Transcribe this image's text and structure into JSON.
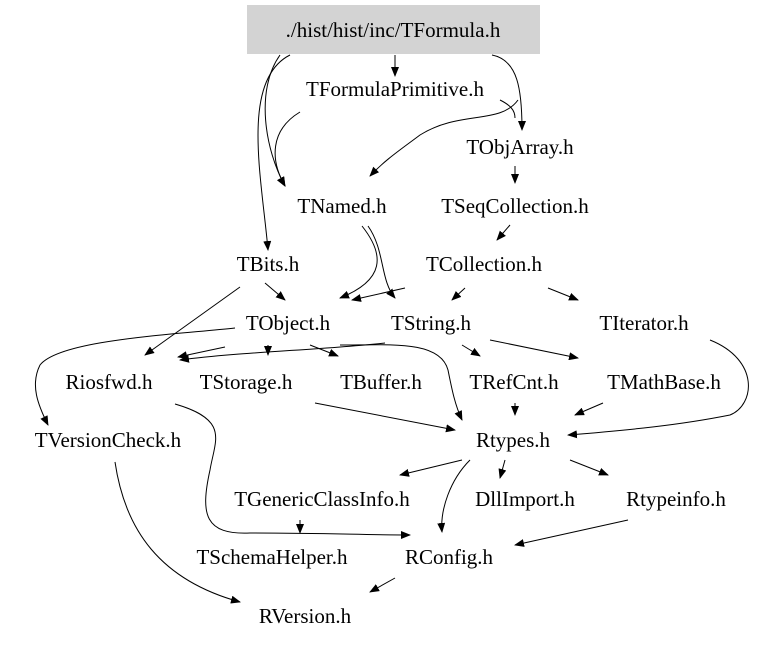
{
  "graph": {
    "root": "./hist/hist/inc/TFormula.h",
    "root_fill": "#d3d3d3",
    "nodes": [
      {
        "id": "root",
        "label": "./hist/hist/inc/TFormula.h"
      },
      {
        "id": "tformulaprimitive",
        "label": "TFormulaPrimitive.h"
      },
      {
        "id": "tobjarray",
        "label": "TObjArray.h"
      },
      {
        "id": "tnamed",
        "label": "TNamed.h"
      },
      {
        "id": "tseqcollection",
        "label": "TSeqCollection.h"
      },
      {
        "id": "tbits",
        "label": "TBits.h"
      },
      {
        "id": "tcollection",
        "label": "TCollection.h"
      },
      {
        "id": "tobject",
        "label": "TObject.h"
      },
      {
        "id": "tstring",
        "label": "TString.h"
      },
      {
        "id": "titerator",
        "label": "TIterator.h"
      },
      {
        "id": "riosfwd",
        "label": "Riosfwd.h"
      },
      {
        "id": "tstorage",
        "label": "TStorage.h"
      },
      {
        "id": "tbuffer",
        "label": "TBuffer.h"
      },
      {
        "id": "trefcnt",
        "label": "TRefCnt.h"
      },
      {
        "id": "tmathbase",
        "label": "TMathBase.h"
      },
      {
        "id": "tversioncheck",
        "label": "TVersionCheck.h"
      },
      {
        "id": "rtypes",
        "label": "Rtypes.h"
      },
      {
        "id": "tgenericclassinfo",
        "label": "TGenericClassInfo.h"
      },
      {
        "id": "dllimport",
        "label": "DllImport.h"
      },
      {
        "id": "rtypeinfo",
        "label": "Rtypeinfo.h"
      },
      {
        "id": "tschemahelper",
        "label": "TSchemaHelper.h"
      },
      {
        "id": "rconfig",
        "label": "RConfig.h"
      },
      {
        "id": "rversion",
        "label": "RVersion.h"
      }
    ]
  }
}
